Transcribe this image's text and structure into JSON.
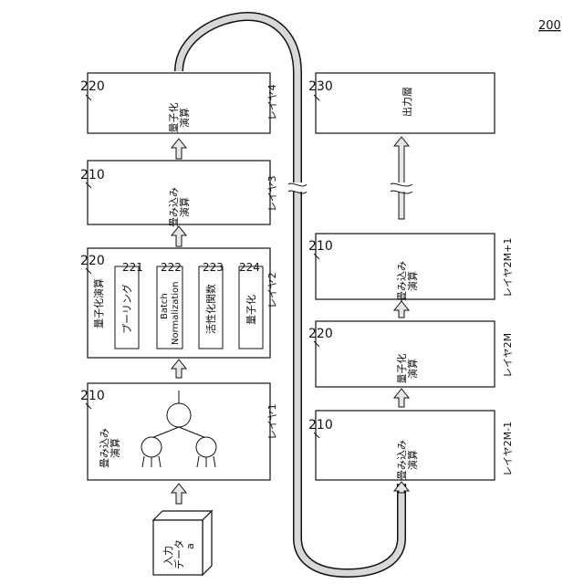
{
  "figure_number": "200",
  "left_column": {
    "layer1": {
      "ref": "210",
      "label": "レイヤ1",
      "text_lines": [
        "畳み込み",
        "演算"
      ]
    },
    "layer2": {
      "ref": "220",
      "label": "レイヤ2",
      "title": "量子化演算",
      "subs": [
        {
          "ref": "221",
          "lines": [
            "プーリング"
          ]
        },
        {
          "ref": "222",
          "lines": [
            "Batch",
            "Normalization"
          ]
        },
        {
          "ref": "223",
          "lines": [
            "活性化関数"
          ]
        },
        {
          "ref": "224",
          "lines": [
            "量子化"
          ]
        }
      ]
    },
    "layer3": {
      "ref": "210",
      "label": "レイヤ3",
      "text_lines": [
        "畳み込み",
        "演算"
      ]
    },
    "layer4": {
      "ref": "220",
      "label": "レイヤ4",
      "text_lines": [
        "量子化",
        "演算"
      ]
    }
  },
  "right_column": {
    "layer2m_minus1": {
      "ref": "210",
      "label": "レイヤ2M-1",
      "text_lines": [
        "畳み込み",
        "演算"
      ]
    },
    "layer2m": {
      "ref": "220",
      "label": "レイヤ2M",
      "text_lines": [
        "量子化",
        "演算"
      ]
    },
    "layer2m_plus1": {
      "ref": "210",
      "label": "レイヤ2M+1",
      "text_lines": [
        "畳み込み",
        "演算"
      ]
    },
    "output": {
      "ref": "230",
      "text": "出力層"
    }
  },
  "input": {
    "lines": [
      "入力",
      "データ",
      "a"
    ]
  }
}
